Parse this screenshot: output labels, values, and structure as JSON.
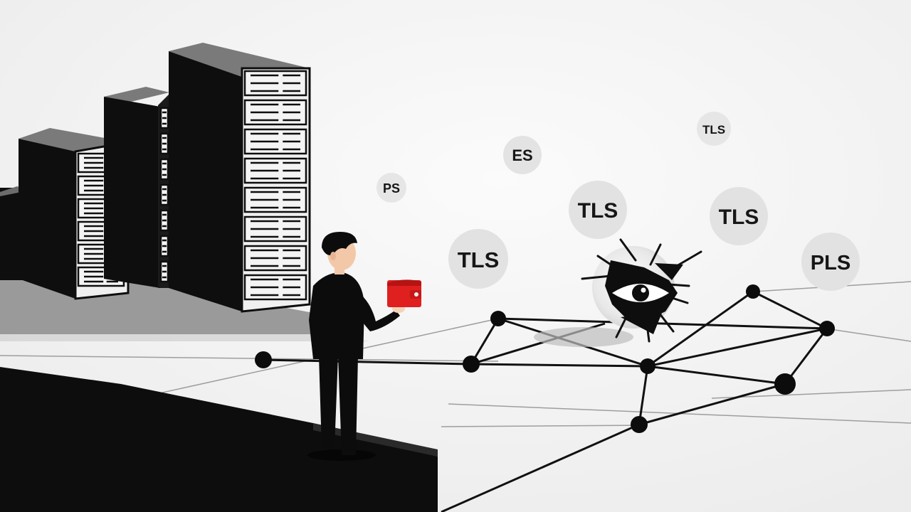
{
  "palette": {
    "background": "#f4f4f4",
    "ink": "#0e0e0e",
    "panel": "#eeeeee",
    "bubble": "#e3e3e3",
    "wallet": "#e01f1f",
    "ledge": "#0d0d0d"
  },
  "illustration": {
    "servers": {
      "count": 3,
      "icon": "server-rack-icon"
    },
    "person": {
      "icon": "person-icon",
      "holding": "wallet-icon"
    },
    "threat": {
      "icon": "eye-icon"
    },
    "network": {
      "icon": "network-graph-icon"
    }
  },
  "bubbles": [
    {
      "id": "bubble-es",
      "label": "ES"
    },
    {
      "id": "bubble-tls-small",
      "label": "TLS"
    },
    {
      "id": "bubble-ps",
      "label": "PS"
    },
    {
      "id": "bubble-tls-center",
      "label": "TLS"
    },
    {
      "id": "bubble-tls-right",
      "label": "TLS"
    },
    {
      "id": "bubble-tls-left",
      "label": "TLS"
    },
    {
      "id": "bubble-pls",
      "label": "PLS"
    }
  ]
}
